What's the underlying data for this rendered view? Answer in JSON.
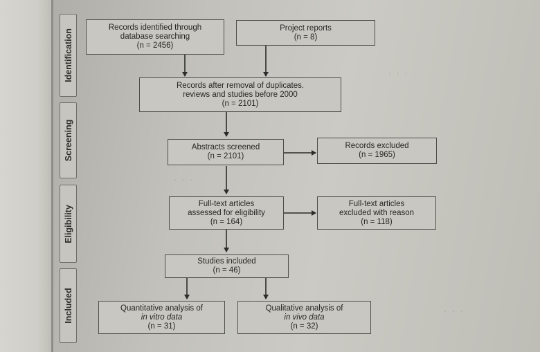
{
  "stages": [
    {
      "id": "identification",
      "label": "Identification"
    },
    {
      "id": "screening",
      "label": "Screening"
    },
    {
      "id": "eligibility",
      "label": "Eligibility"
    },
    {
      "id": "included",
      "label": "Included"
    }
  ],
  "boxes": {
    "records_identified": {
      "text": "Records identified through",
      "text2": "database searching",
      "count": "(n = 2456)"
    },
    "project_reports": {
      "text": "Project reports",
      "count": "(n = 8)"
    },
    "after_duplicates": {
      "text": "Records after removal of duplicates.",
      "text2": "reviews and studies before 2000",
      "count": "(n = 2101)"
    },
    "abstracts_screened": {
      "text": "Abstracts screened",
      "count": "(n = 2101)"
    },
    "records_excluded": {
      "text": "Records excluded",
      "count": "(n = 1965)"
    },
    "fulltext_assessed": {
      "text": "Full-text articles",
      "text2": "assessed for eligibility",
      "count": "(n = 164)"
    },
    "fulltext_excluded": {
      "text": "Full-text articles",
      "text2": "excluded with reason",
      "count": "(n = 118)"
    },
    "studies_included": {
      "text": "Studies included",
      "count": "(n = 46)"
    },
    "quantitative": {
      "text": "Quantitative analysis of",
      "text2": "in vitro data",
      "count": "(n = 31)"
    },
    "qualitative": {
      "text": "Qualitative analysis of",
      "text2": "in vivo data",
      "count": "(n = 32)"
    }
  }
}
